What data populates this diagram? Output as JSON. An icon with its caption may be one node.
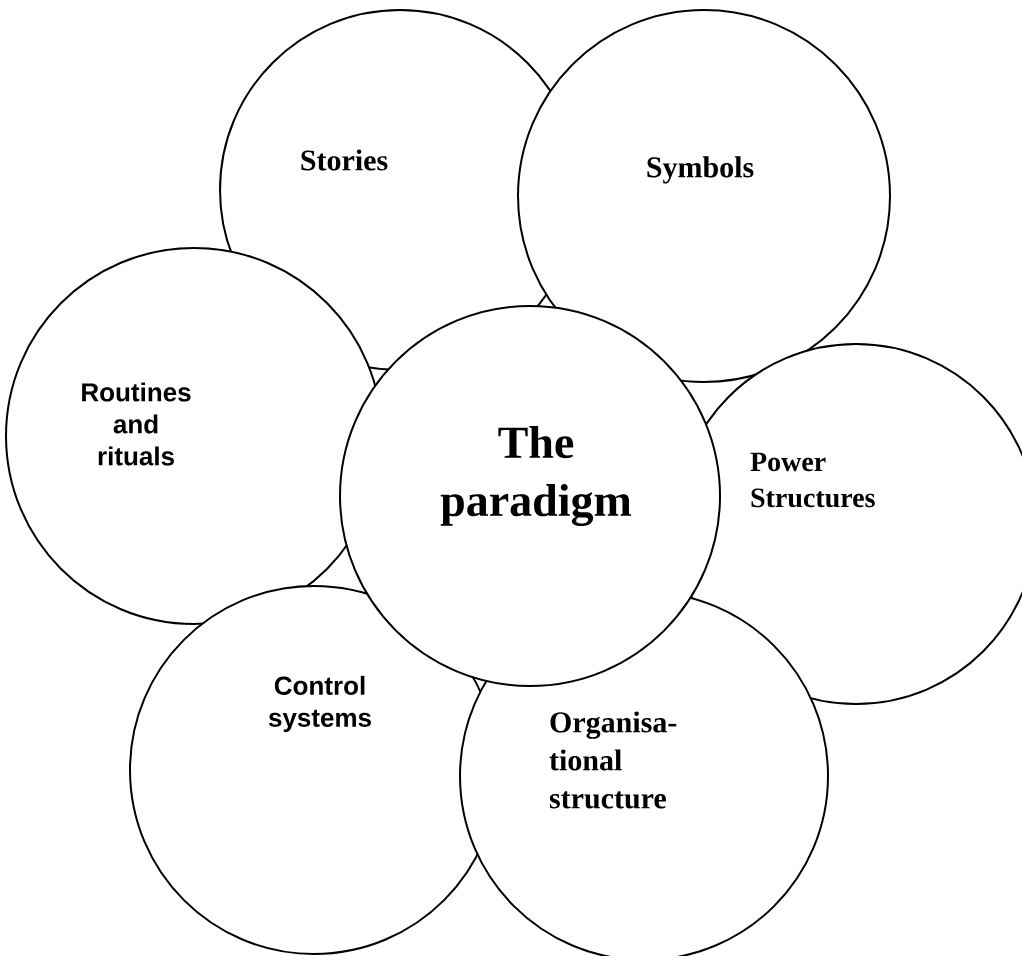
{
  "diagram": {
    "nodes": [
      {
        "text": [
          "Stories"
        ]
      },
      {
        "text": [
          "Symbols"
        ]
      },
      {
        "text": [
          "Routines and rituals"
        ]
      },
      {
        "text": [
          "The paradigm"
        ]
      },
      {
        "text": [
          "Power Structures"
        ]
      },
      {
        "text": [
          "Control systems"
        ]
      },
      {
        "text": [
          "Organisa-tional structure"
        ]
      }
    ]
  }
}
